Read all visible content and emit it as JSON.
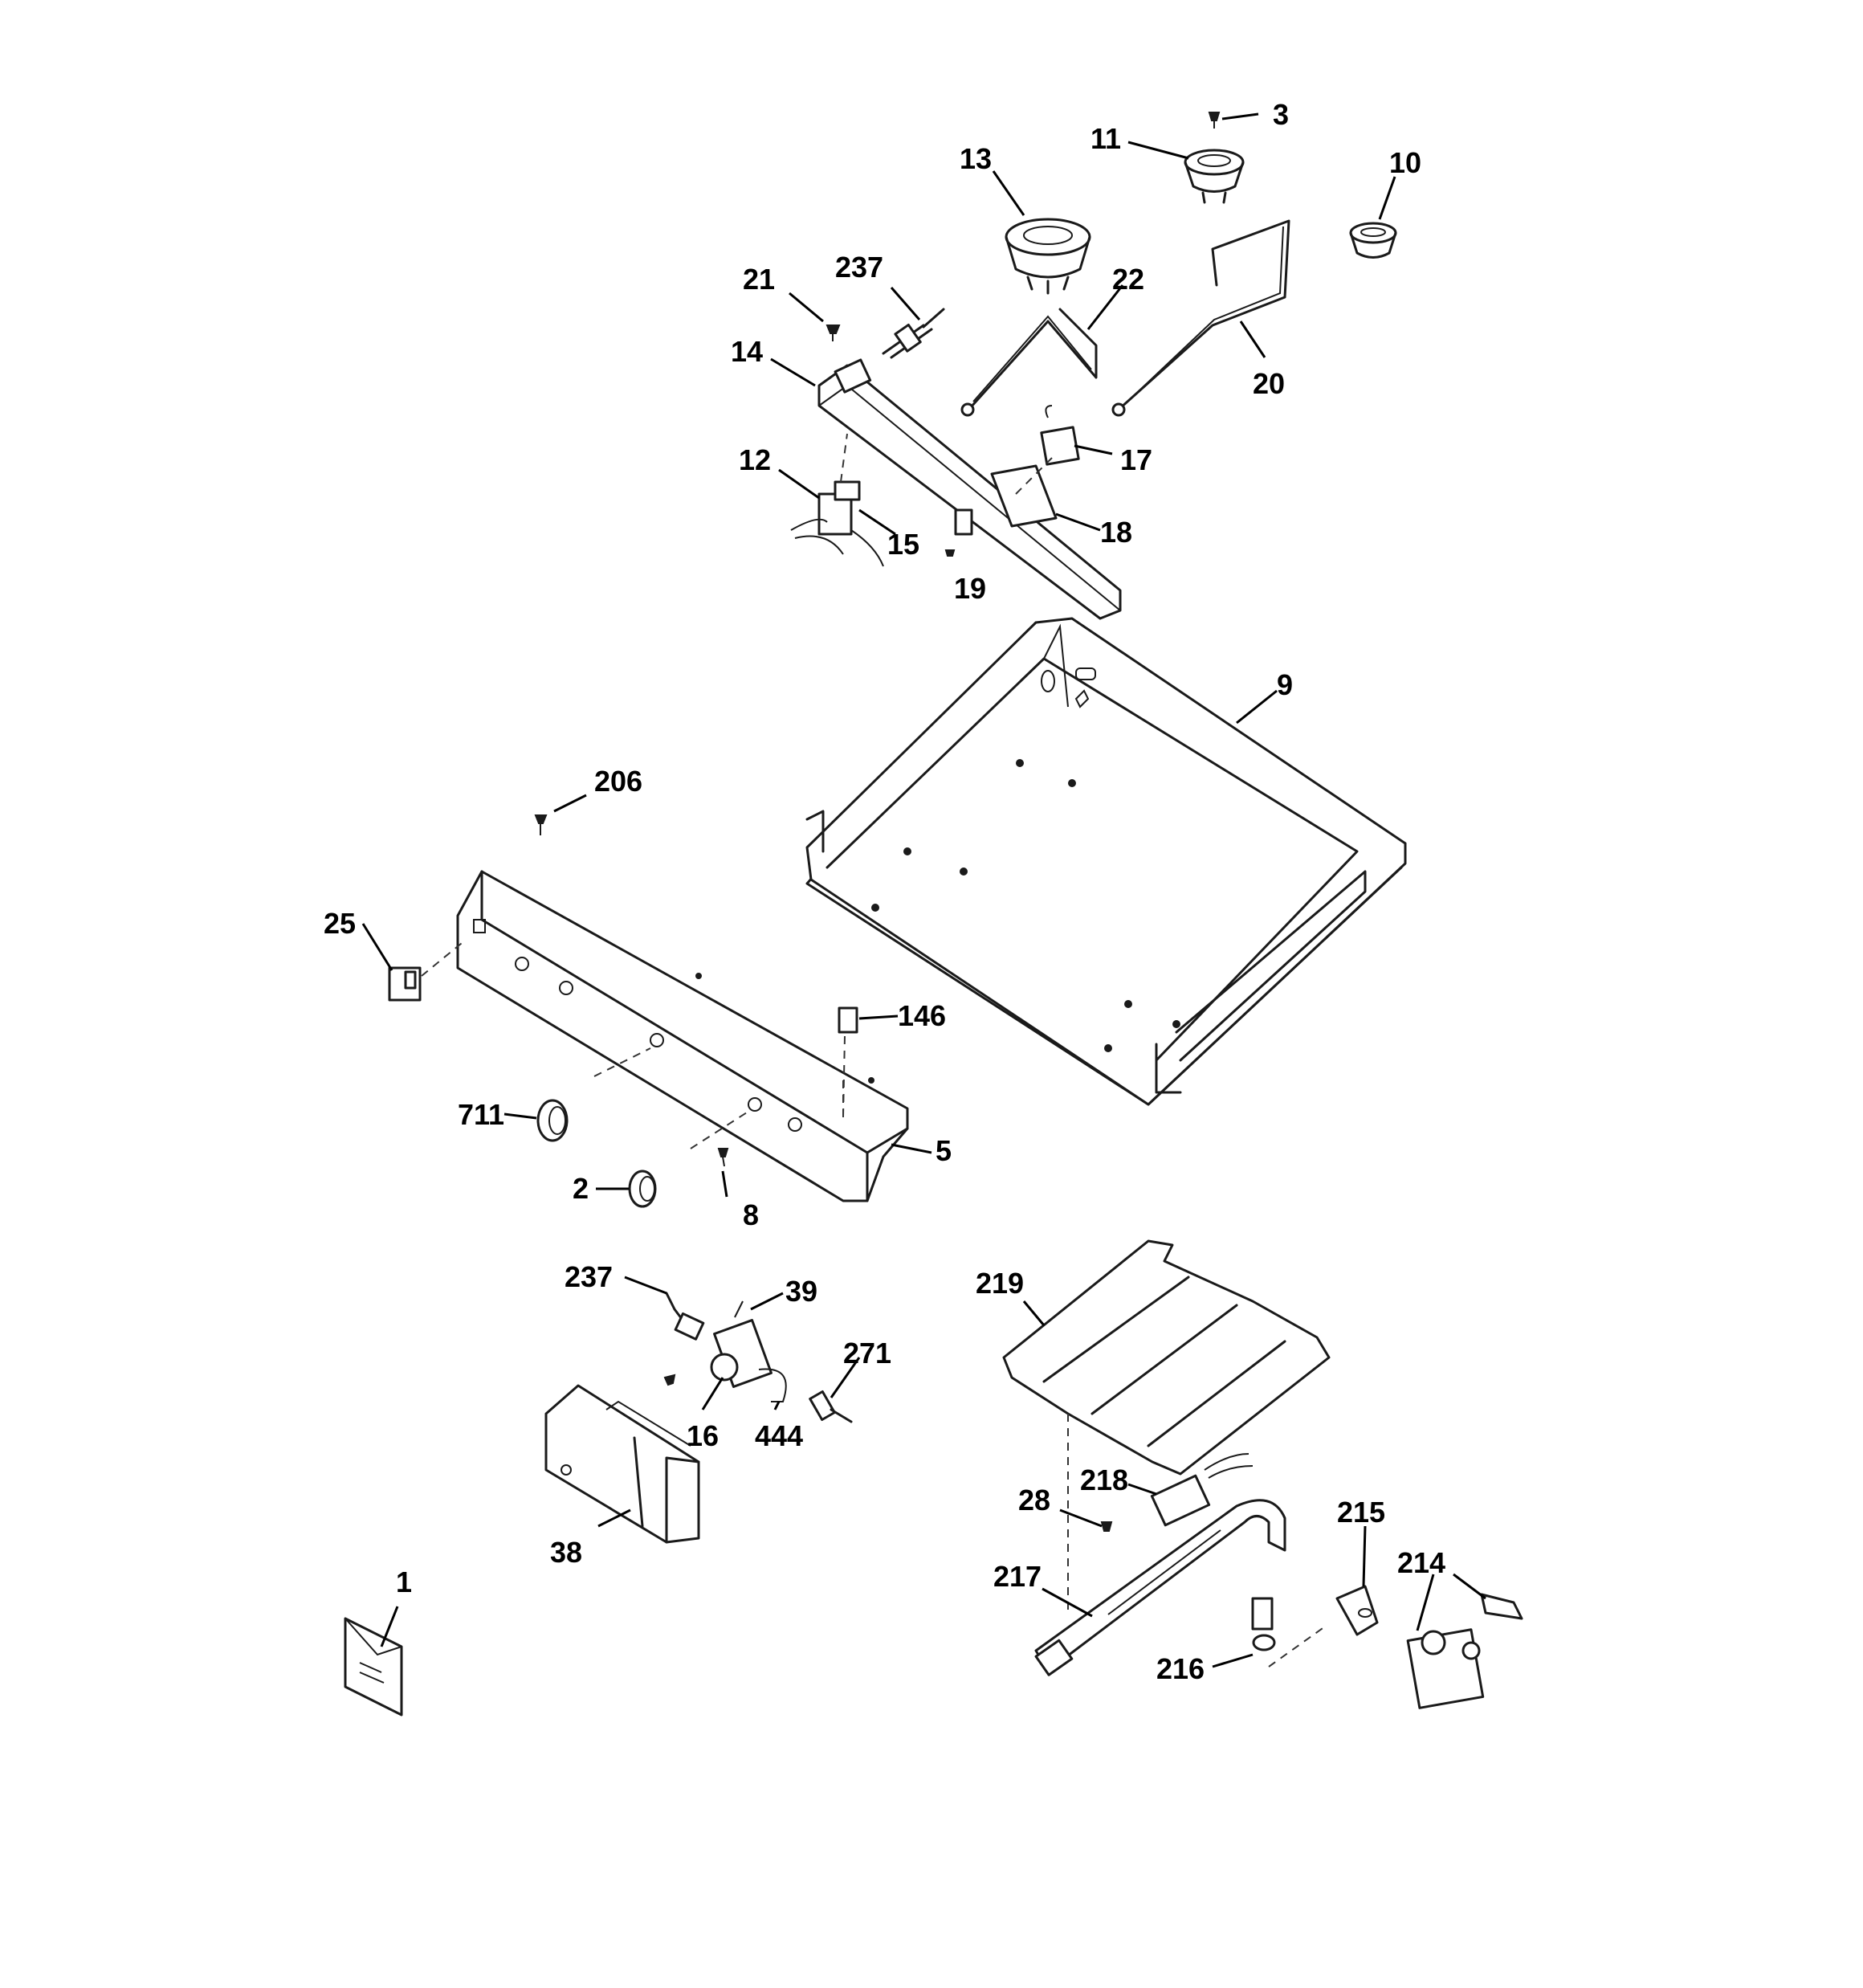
{
  "callouts": [
    {
      "id": "c1",
      "label": "1"
    },
    {
      "id": "c2",
      "label": "2"
    },
    {
      "id": "c3",
      "label": "3"
    },
    {
      "id": "c5",
      "label": "5"
    },
    {
      "id": "c8",
      "label": "8"
    },
    {
      "id": "c9",
      "label": "9"
    },
    {
      "id": "c10",
      "label": "10"
    },
    {
      "id": "c11",
      "label": "11"
    },
    {
      "id": "c12",
      "label": "12"
    },
    {
      "id": "c13",
      "label": "13"
    },
    {
      "id": "c14",
      "label": "14"
    },
    {
      "id": "c15",
      "label": "15"
    },
    {
      "id": "c16",
      "label": "16"
    },
    {
      "id": "c17",
      "label": "17"
    },
    {
      "id": "c18",
      "label": "18"
    },
    {
      "id": "c19",
      "label": "19"
    },
    {
      "id": "c20",
      "label": "20"
    },
    {
      "id": "c21",
      "label": "21"
    },
    {
      "id": "c22",
      "label": "22"
    },
    {
      "id": "c25",
      "label": "25"
    },
    {
      "id": "c28",
      "label": "28"
    },
    {
      "id": "c38",
      "label": "38"
    },
    {
      "id": "c39",
      "label": "39"
    },
    {
      "id": "c146",
      "label": "146"
    },
    {
      "id": "c206",
      "label": "206"
    },
    {
      "id": "c214",
      "label": "214"
    },
    {
      "id": "c215",
      "label": "215"
    },
    {
      "id": "c216",
      "label": "216"
    },
    {
      "id": "c217",
      "label": "217"
    },
    {
      "id": "c218",
      "label": "218"
    },
    {
      "id": "c219",
      "label": "219"
    },
    {
      "id": "c237a",
      "label": "237"
    },
    {
      "id": "c237b",
      "label": "237"
    },
    {
      "id": "c271",
      "label": "271"
    },
    {
      "id": "c444",
      "label": "444"
    },
    {
      "id": "c711",
      "label": "711"
    }
  ]
}
